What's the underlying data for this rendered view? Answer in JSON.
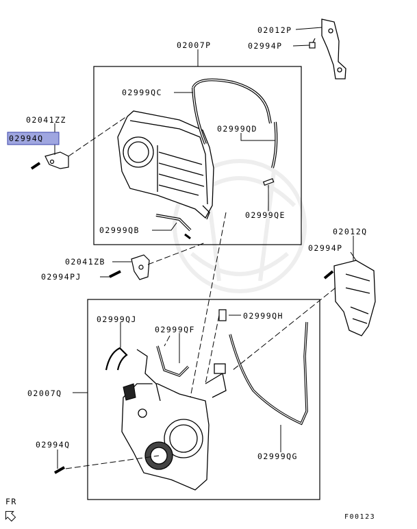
{
  "diagram": {
    "figure_code": "F00123",
    "direction_label": "FR",
    "highlight_color": "#9fa6e0",
    "line_color": "#000000",
    "callouts": {
      "c_02012P": "02012P",
      "c_02994P_top": "02994P",
      "c_02007P": "02007P",
      "c_02999QC": "02999QC",
      "c_02041ZZ": "02041ZZ",
      "c_02994Q_top": "02994Q",
      "c_02999QD": "02999QD",
      "c_02999QE": "02999QE",
      "c_02999QB": "02999QB",
      "c_02012Q": "02012Q",
      "c_02994P_right": "02994P",
      "c_02041ZB": "02041ZB",
      "c_02994PJ": "02994PJ",
      "c_02999QH": "02999QH",
      "c_02999QJ": "02999QJ",
      "c_02999QF": "02999QF",
      "c_02007Q": "02007Q",
      "c_02994Q_bottom": "02994Q",
      "c_02999QG": "02999QG"
    },
    "highlighted_part": "02994Q"
  }
}
